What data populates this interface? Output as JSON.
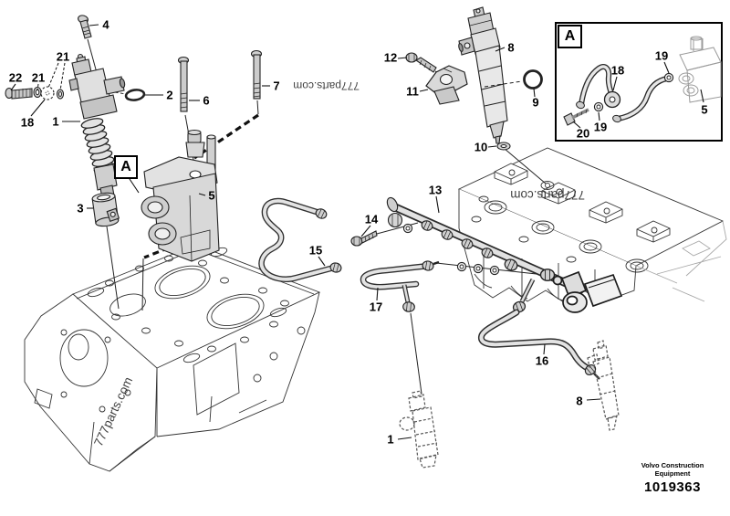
{
  "diagram": {
    "watermark": "777parts.com",
    "detail_markers": {
      "main": "A",
      "inset": "A"
    },
    "footer": {
      "brand_line1": "Volvo Construction",
      "brand_line2": "Equipment",
      "figure_number": "1019363"
    },
    "callouts": [
      {
        "label": "4"
      },
      {
        "label": "21"
      },
      {
        "label": "22"
      },
      {
        "label": "21"
      },
      {
        "label": "18"
      },
      {
        "label": "1"
      },
      {
        "label": "2"
      },
      {
        "label": "6"
      },
      {
        "label": "7"
      },
      {
        "label": "3"
      },
      {
        "label": "5"
      },
      {
        "label": "12"
      },
      {
        "label": "11"
      },
      {
        "label": "8"
      },
      {
        "label": "9"
      },
      {
        "label": "10"
      },
      {
        "label": "13"
      },
      {
        "label": "14"
      },
      {
        "label": "15"
      },
      {
        "label": "17"
      },
      {
        "label": "16"
      },
      {
        "label": "8"
      },
      {
        "label": "1"
      },
      {
        "label": "19"
      },
      {
        "label": "18"
      },
      {
        "label": "19"
      },
      {
        "label": "20"
      },
      {
        "label": "5"
      }
    ]
  }
}
